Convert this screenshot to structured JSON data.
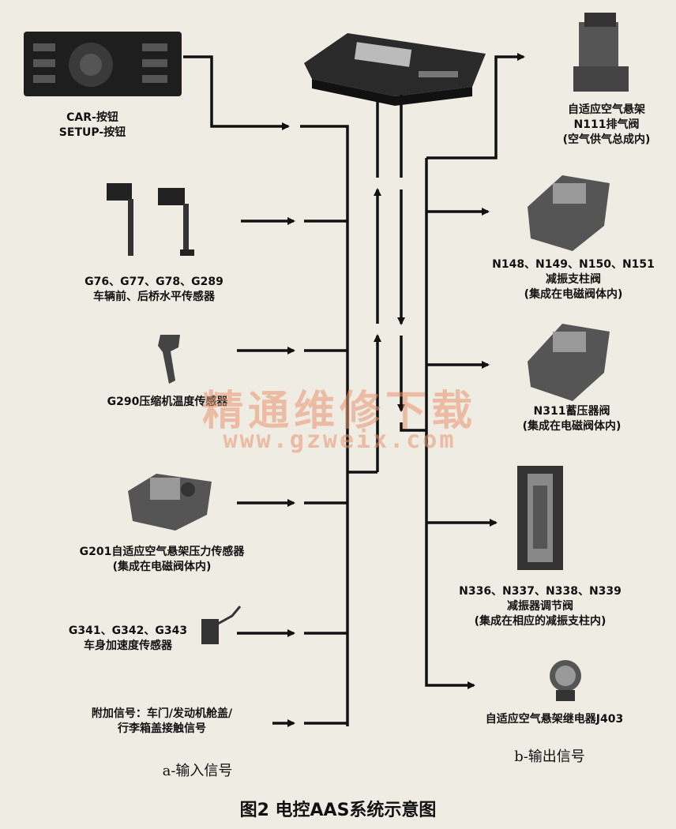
{
  "inputs": [
    {
      "id": "car-setup",
      "label": "CAR-按钮\nSETUP-按钮"
    },
    {
      "id": "level-sensors",
      "label": "G76、G77、G78、G289\n车辆前、后桥水平传感器"
    },
    {
      "id": "compressor-temp",
      "label": "G290压缩机温度传感器"
    },
    {
      "id": "pressure-sensor",
      "label": "G201自适应空气悬架压力传感器\n(集成在电磁阀体内)"
    },
    {
      "id": "accel-sensors",
      "label": "G341、G342、G343\n车身加速度传感器"
    },
    {
      "id": "extra-signals",
      "label": "附加信号：车门/发动机舱盖/\n行李箱盖接触信号"
    }
  ],
  "outputs": [
    {
      "id": "n111",
      "label": "自适应空气悬架\nN111排气阀\n(空气供气总成内)"
    },
    {
      "id": "strut-valves",
      "label": "N148、N149、N150、N151\n减振支柱阀\n(集成在电磁阀体内)"
    },
    {
      "id": "n311",
      "label": "N311蓄压器阀\n(集成在电磁阀体内)"
    },
    {
      "id": "damper-valves",
      "label": "N336、N337、N338、N339\n减振器调节阀\n(集成在相应的减振支柱内)"
    },
    {
      "id": "j403",
      "label": "自适应空气悬架继电器J403"
    }
  ],
  "input_title": "a-输入信号",
  "output_title": "b-输出信号",
  "caption": "图2 电控AAS系统示意图",
  "watermark": {
    "line1": "精通维修下载",
    "line2": "www.gzweix.com"
  }
}
